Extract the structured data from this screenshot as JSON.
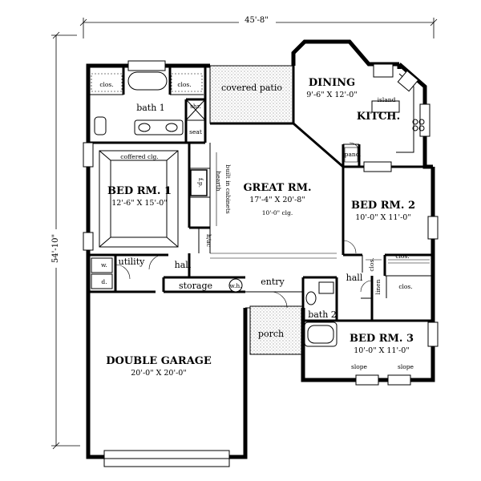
{
  "dimensions": {
    "width": "45'-8\"",
    "depth": "54'-10\""
  },
  "rooms": {
    "dining": {
      "name": "DINING",
      "size": "9'-6\" X 12'-0\""
    },
    "kitchen": {
      "name": "KITCH."
    },
    "great_room": {
      "name": "GREAT RM.",
      "size": "17'-4\" X 20'-8\"",
      "ceiling": "10'-0\" clg."
    },
    "bed1": {
      "name": "BED RM. 1",
      "size": "12'-6\" X 15'-0\"",
      "ceiling": "coffered clg."
    },
    "bed2": {
      "name": "BED RM. 2",
      "size": "10'-0\" X 11'-0\""
    },
    "bed3": {
      "name": "BED RM. 3",
      "size": "10'-0\" X 11'-0\""
    },
    "garage": {
      "name": "DOUBLE GARAGE",
      "size": "20'-0\" X 20'-0\""
    },
    "covered_patio": {
      "name": "covered patio"
    },
    "bath1": {
      "name": "bath 1"
    },
    "bath2": {
      "name": "bath 2"
    },
    "utility": {
      "name": "utility"
    },
    "storage": {
      "name": "storage"
    },
    "porch": {
      "name": "porch"
    },
    "entry": {
      "name": "entry"
    },
    "hall_left": {
      "name": "hall"
    },
    "hall_right": {
      "name": "hall"
    }
  },
  "small_labels": {
    "clos": "clos.",
    "shr": "shr.",
    "seat": "seat",
    "island": "island",
    "panc": "panc.",
    "hearth": "hearth",
    "fp": "f.p.",
    "builtin": "built in cabinets",
    "hac": "h/ac",
    "wh": "w.h.",
    "w": "w.",
    "d": "d.",
    "linen": "linen",
    "slope": "slope"
  }
}
